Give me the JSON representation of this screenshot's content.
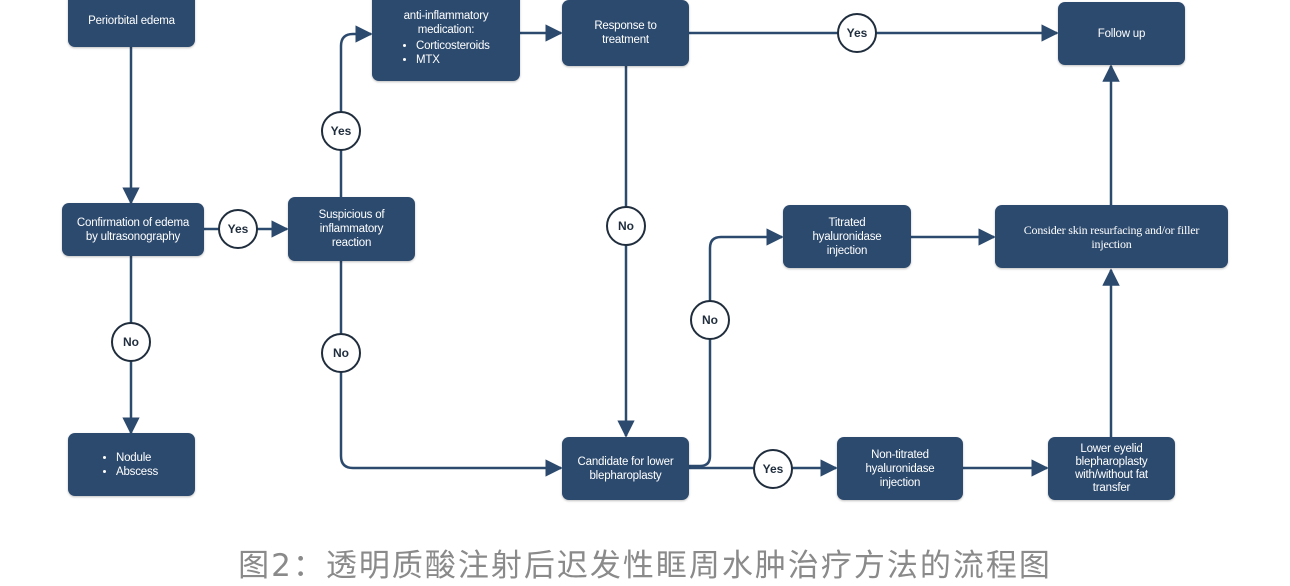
{
  "diagram": {
    "nodes": {
      "periorbital": {
        "lines": [
          "Periorbital edema"
        ]
      },
      "anti_inflammatory": {
        "lines": [
          "anti-inflammatory",
          "medication:"
        ],
        "items": [
          "Corticosteroids",
          "MTX"
        ]
      },
      "response": {
        "lines": [
          "Response to",
          "treatment"
        ]
      },
      "follow_up": {
        "lines": [
          "Follow up"
        ]
      },
      "confirmation": {
        "lines": [
          "Confirmation of edema",
          "by ultrasonography"
        ]
      },
      "suspicious": {
        "lines": [
          "Suspicious of",
          "inflammatory",
          "reaction"
        ]
      },
      "titrated": {
        "lines": [
          "Titrated",
          "hyaluronidase",
          "injection"
        ]
      },
      "skin": {
        "lines": [
          "Consider skin resurfacing and/or filler",
          "injection"
        ]
      },
      "nodule": {
        "items": [
          "Nodule",
          "Abscess"
        ]
      },
      "candidate": {
        "lines": [
          "Candidate for lower",
          "blepharoplasty"
        ]
      },
      "non_titrated": {
        "lines": [
          "Non-titrated",
          "hyaluronidase",
          "injection"
        ]
      },
      "lower_eyelid": {
        "lines": [
          "Lower eyelid",
          "blepharoplasty",
          "with/without fat",
          "transfer"
        ]
      }
    },
    "decisions": {
      "yes_label": "Yes",
      "no_label": "No"
    },
    "colors": {
      "box_fill": "#2c4a6e",
      "box_text": "#ffffff",
      "arrow": "#2c4a6e",
      "circle_border": "#1f2d3d",
      "caption_text": "#8a8a8a"
    }
  },
  "caption": "图2：透明质酸注射后迟发性眶周水肿治疗方法的流程图"
}
